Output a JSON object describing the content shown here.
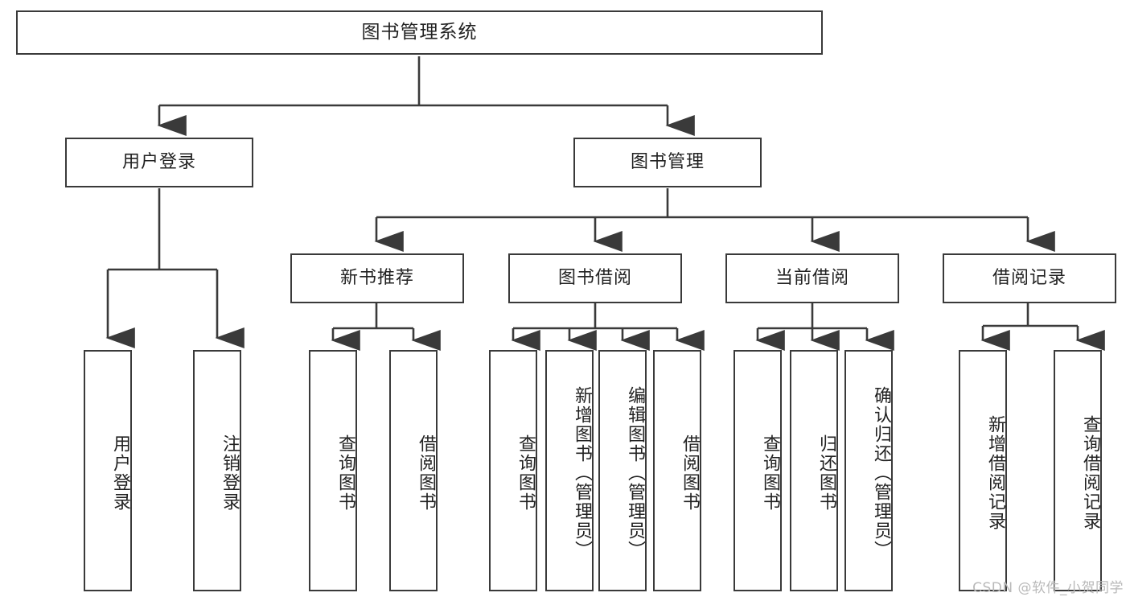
{
  "diagram": {
    "title": "图书管理系统",
    "root": {
      "label": "图书管理系统"
    },
    "level2": [
      {
        "label": "用户登录"
      },
      {
        "label": "图书管理"
      }
    ],
    "level3": [
      {
        "label": "新书推荐"
      },
      {
        "label": "图书借阅"
      },
      {
        "label": "当前借阅"
      },
      {
        "label": "借阅记录"
      }
    ],
    "leaves": {
      "user_login": [
        {
          "label": "用户登录"
        },
        {
          "label": "注销登录"
        }
      ],
      "new_book_recommend": [
        {
          "label": "查询图书"
        },
        {
          "label": "借阅图书"
        }
      ],
      "book_borrow": [
        {
          "label": "查询图书"
        },
        {
          "label": "新增图书（管理员）"
        },
        {
          "label": "编辑图书（管理员）"
        },
        {
          "label": "借阅图书"
        }
      ],
      "current_borrow": [
        {
          "label": "查询图书"
        },
        {
          "label": "归还图书"
        },
        {
          "label": "确认归还（管理员）"
        }
      ],
      "borrow_record": [
        {
          "label": "新增借阅记录"
        },
        {
          "label": "查询借阅记录"
        }
      ]
    }
  },
  "watermark": {
    "text": "CSDN @软件_小贺同学"
  },
  "colors": {
    "stroke": "#3a3a3a",
    "background": "#ffffff",
    "text": "#222222",
    "watermark": "#b9b9b9"
  }
}
